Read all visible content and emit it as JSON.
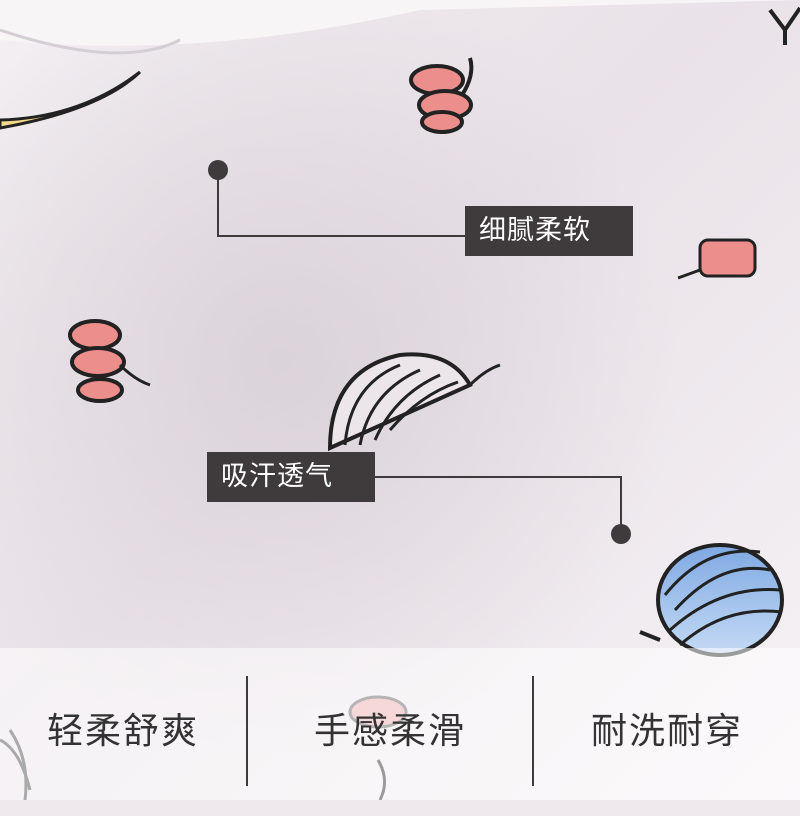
{
  "callouts": [
    {
      "label": "细腻柔软"
    },
    {
      "label": "吸汗透气"
    }
  ],
  "features": [
    {
      "label": "轻柔舒爽"
    },
    {
      "label": "手感柔滑"
    },
    {
      "label": "耐洗耐穿"
    }
  ],
  "colors": {
    "fabric": "#efe9ee",
    "tag_background": "#3f3b3c",
    "tag_text": "#ffffff",
    "feature_text": "#333333",
    "print_pink": "#e98f8d",
    "print_blue": "#8fb6e6"
  }
}
